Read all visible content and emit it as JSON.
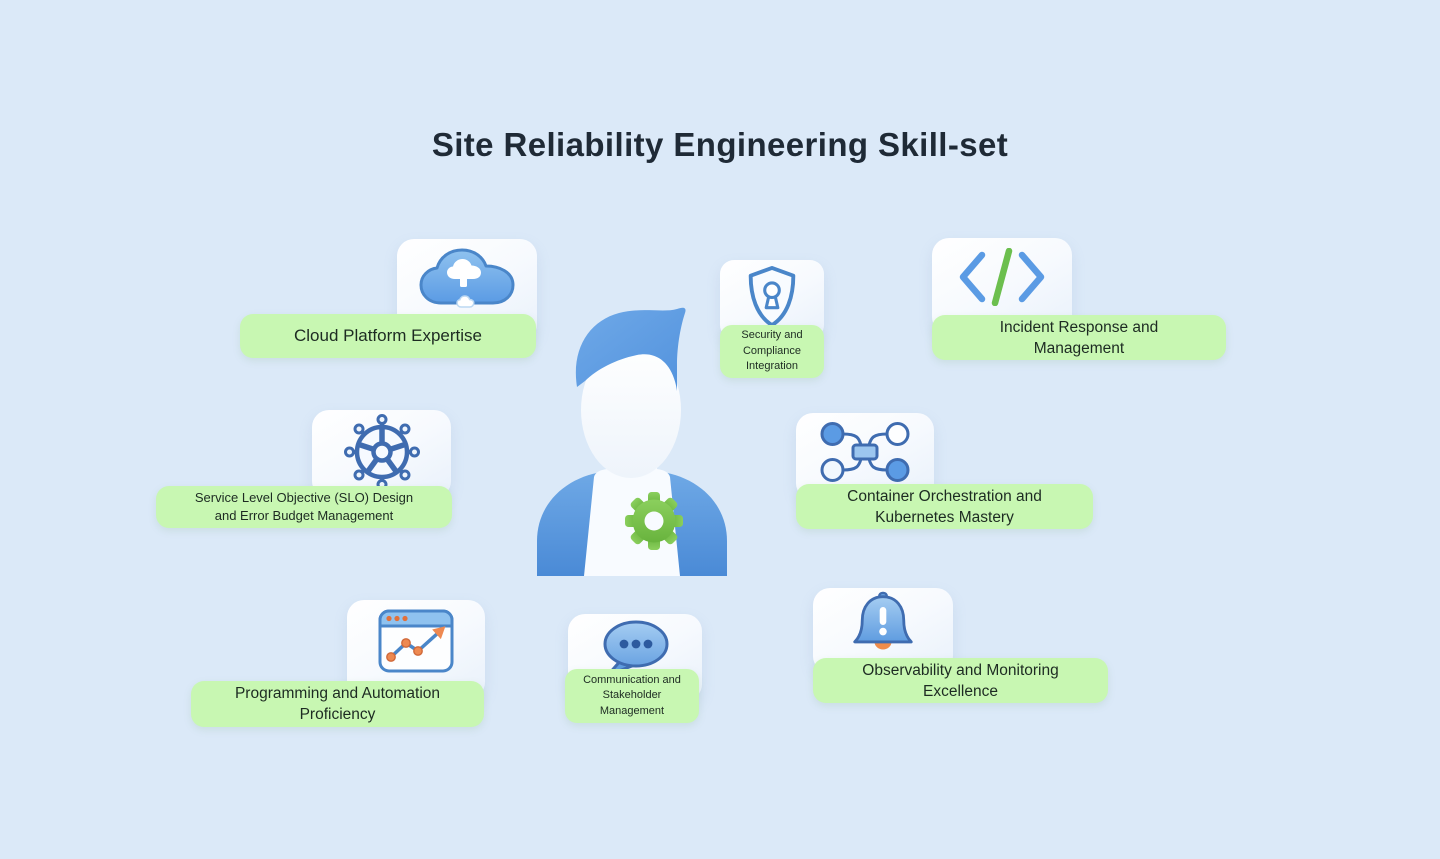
{
  "title": "Site Reliability Engineering Skill-set",
  "colors": {
    "background": "#dbe9f8",
    "title_text": "#1f2a36",
    "label_background": "#c8f7b2",
    "label_text": "#1d2b22",
    "icon_blue": "#5b9be4",
    "icon_blue_dark": "#3f6cb0",
    "icon_green": "#6cbf4e",
    "icon_orange": "#ee8951",
    "gear_green": "#77c14a"
  },
  "center_figure": {
    "description": "SRE engineer avatar with gear on chest",
    "chest_icon": "gear-icon"
  },
  "skills": [
    {
      "icon": "cloud-icon",
      "label": [
        "Cloud Platform Expertise"
      ]
    },
    {
      "icon": "shield-lock-icon",
      "label": [
        "Security and",
        "Compliance",
        "Integration"
      ]
    },
    {
      "icon": "code-brackets-icon",
      "label": [
        "Incident Response and",
        "Management"
      ]
    },
    {
      "icon": "ship-wheel-icon",
      "label": [
        "Service Level Objective (SLO) Design",
        "and Error Budget Management"
      ]
    },
    {
      "icon": "network-nodes-icon",
      "label": [
        "Container Orchestration and",
        "Kubernetes Mastery"
      ]
    },
    {
      "icon": "chart-window-icon",
      "label": [
        "Programming and Automation",
        "Proficiency"
      ]
    },
    {
      "icon": "chat-bubble-icon",
      "label": [
        "Communication and",
        "Stakeholder",
        "Management"
      ]
    },
    {
      "icon": "alert-bell-icon",
      "label": [
        "Observability and Monitoring",
        "Excellence"
      ]
    }
  ]
}
